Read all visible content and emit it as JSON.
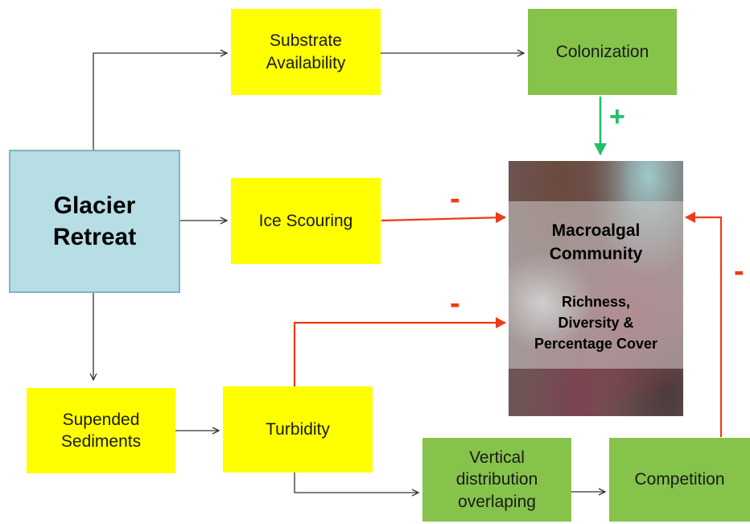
{
  "nodes": {
    "glacier_retreat": "Glacier\nRetreat",
    "substrate_availability": "Substrate\nAvailability",
    "colonization": "Colonization",
    "ice_scouring": "Ice Scouring",
    "suspended_sediments": "Supended\nSediments",
    "turbidity": "Turbidity",
    "vertical_distribution": "Vertical\ndistribution\noverlaping",
    "competition": "Competition"
  },
  "macroalgal": {
    "title": "Macroalgal\nCommunity",
    "metrics": "Richness,\nDiversity &\nPercentage Cover"
  },
  "signs": {
    "colonization": "+",
    "ice_scouring": "-",
    "turbidity": "-",
    "competition": "-"
  },
  "colors": {
    "yellow": "#ffff00",
    "green": "#86c34a",
    "blue": "#b7dde5",
    "positive": "#22c06a",
    "negative": "#f03a17",
    "neutral": "#333333"
  }
}
